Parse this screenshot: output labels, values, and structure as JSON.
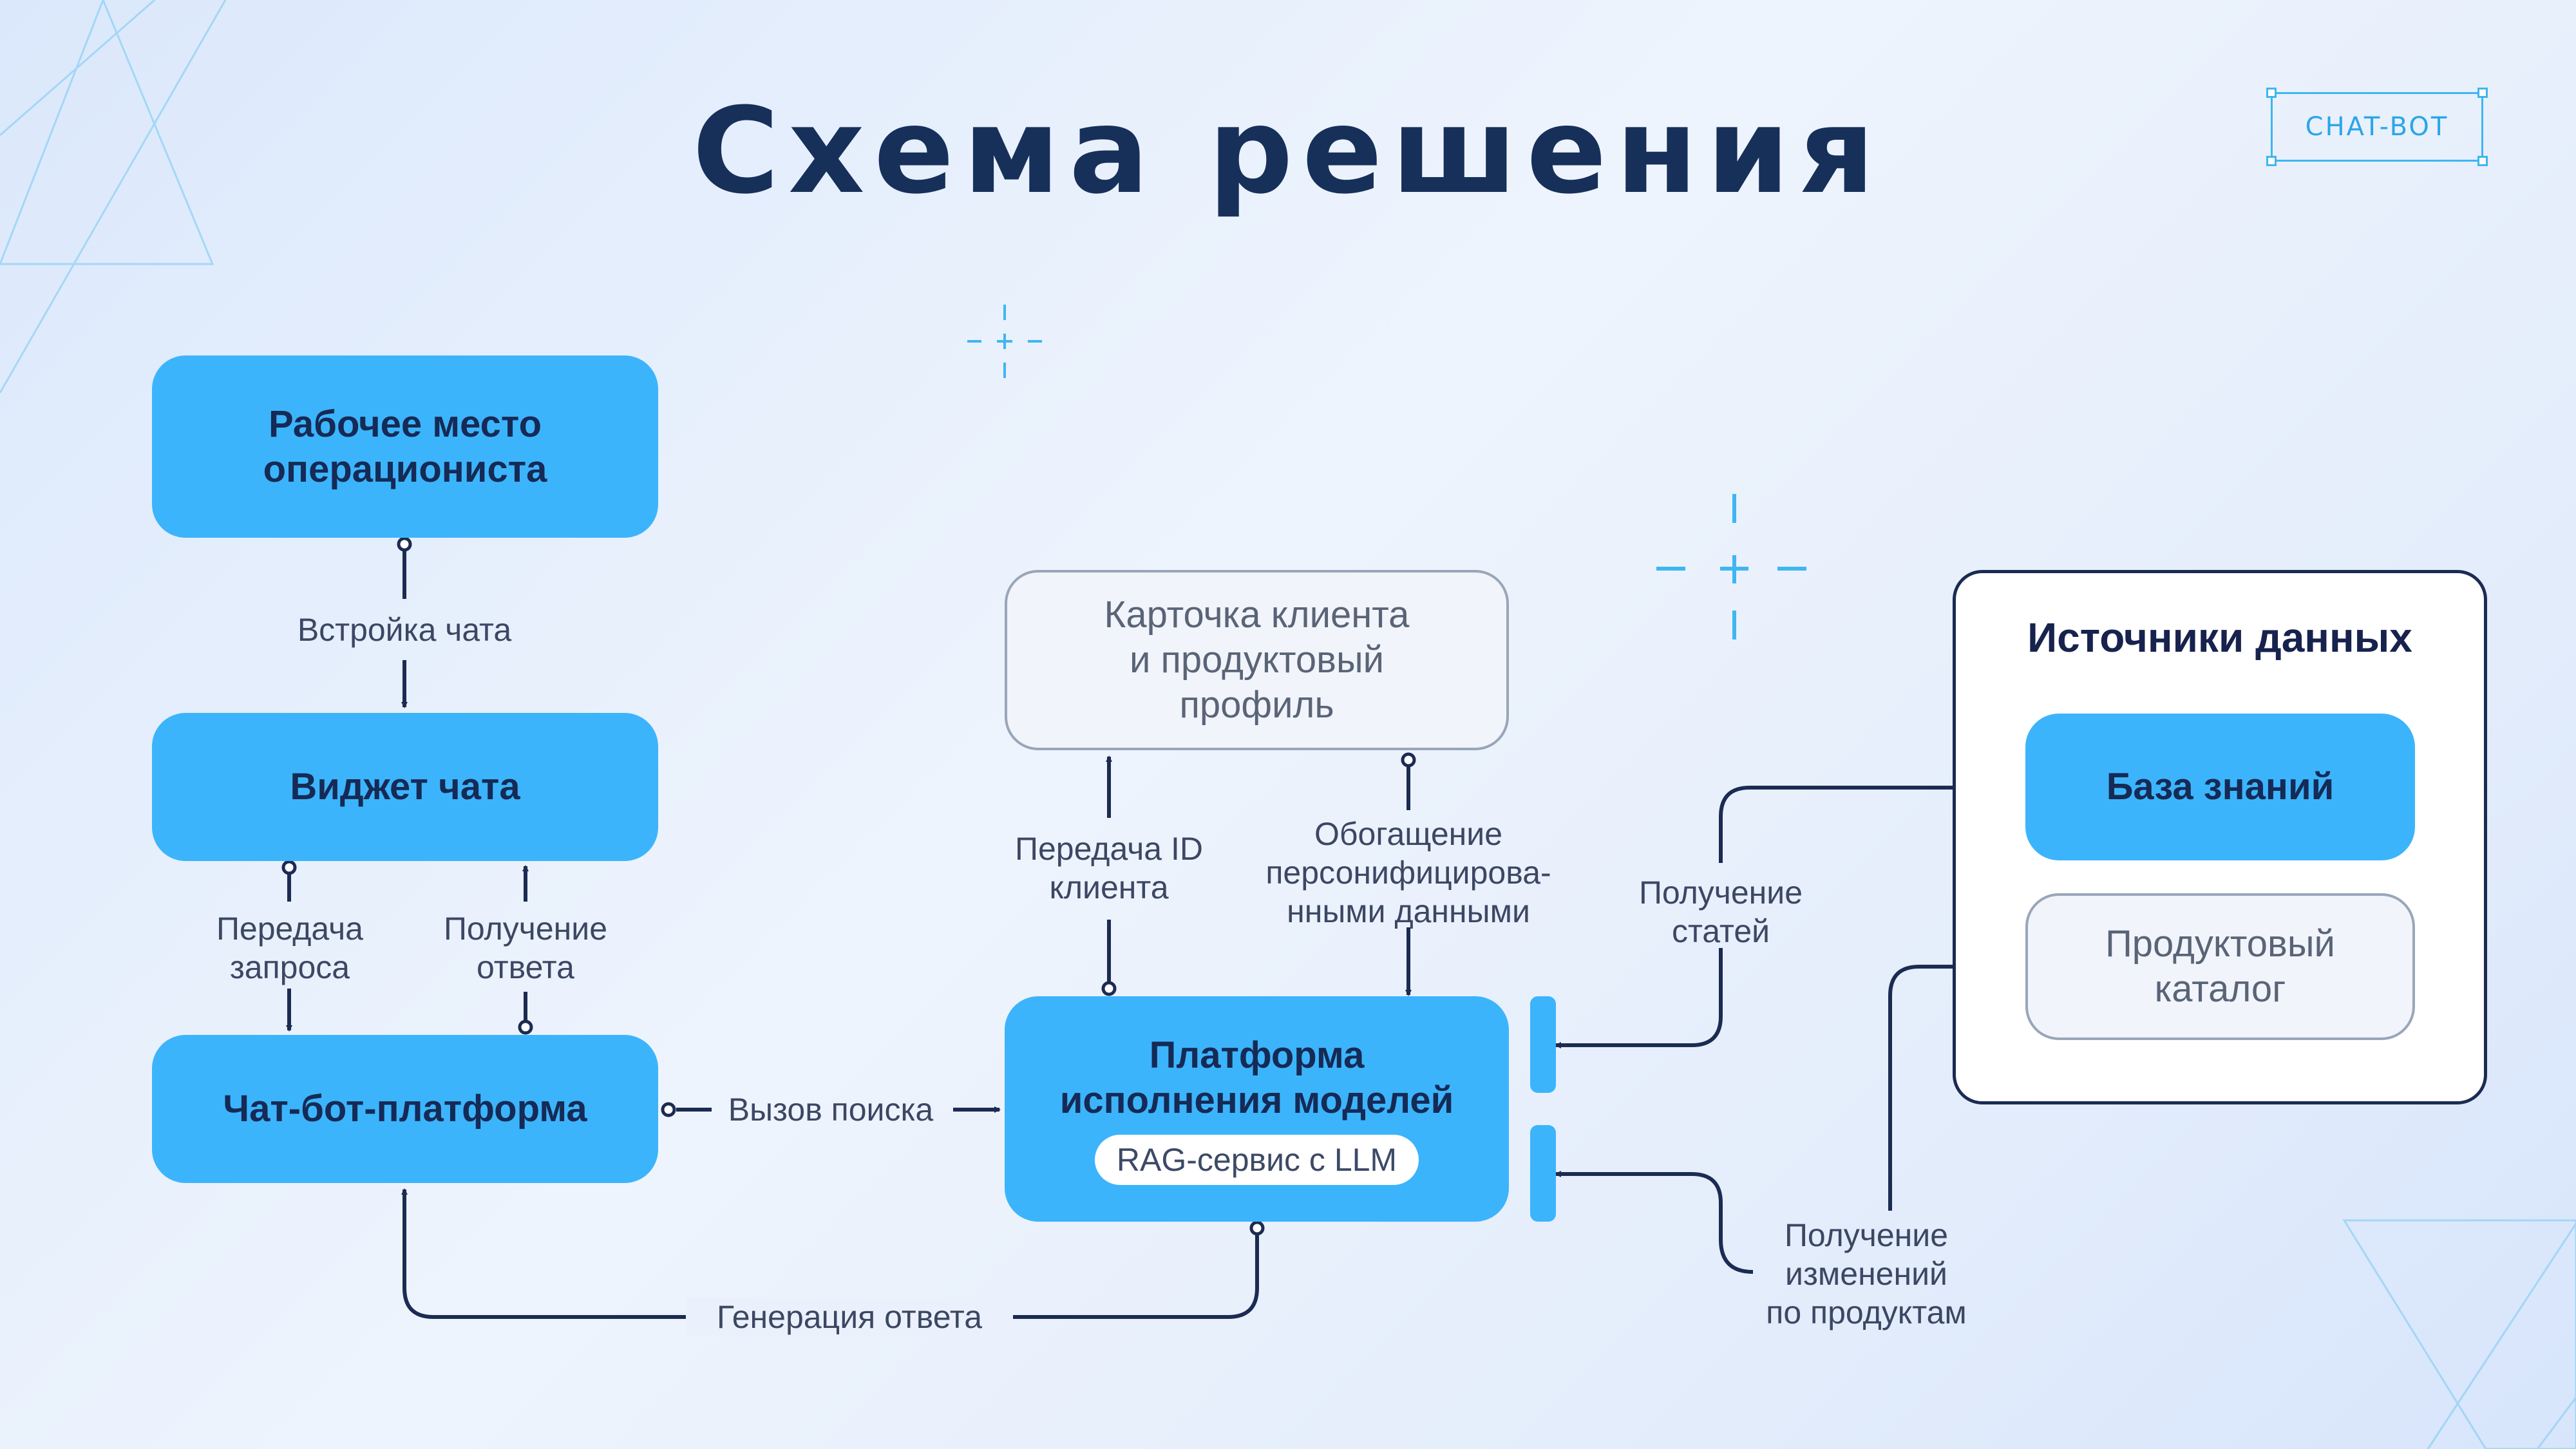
{
  "title": "Схема решения",
  "badge": "CHAT-BOT",
  "nodes": {
    "workstation": "Рабочее место\nоперациониста",
    "chat_widget": "Виджет чата",
    "chatbot_platform": "Чат-бот-платформа",
    "client_card": "Карточка клиента\nи продуктовый\nпрофиль",
    "model_platform": "Платформа\nисполнения моделей",
    "rag_service": "RAG-сервис с LLM",
    "data_sources": "Источники данных",
    "knowledge_base": "База знаний",
    "product_catalog": "Продуктовый\nкаталог"
  },
  "edges": {
    "chat_embedding": "Встройка чата",
    "request_transfer": "Передача\nзапроса",
    "response_receive": "Получение\nответа",
    "search_call": "Вызов поиска",
    "response_generation": "Генерация ответа",
    "client_id_transfer": "Передача ID\nклиента",
    "personal_enrichment": "Обогащение\nперсонифицирова-\nнными данными",
    "articles_receive": "Получение\nстатей",
    "product_changes": "Получение\nизменений\nпо продуктам"
  },
  "colors": {
    "accent_blue": "#3cb4fb",
    "dark_navy": "#17305a",
    "connector": "#1b2b52",
    "grey_border": "#99a6b9"
  }
}
